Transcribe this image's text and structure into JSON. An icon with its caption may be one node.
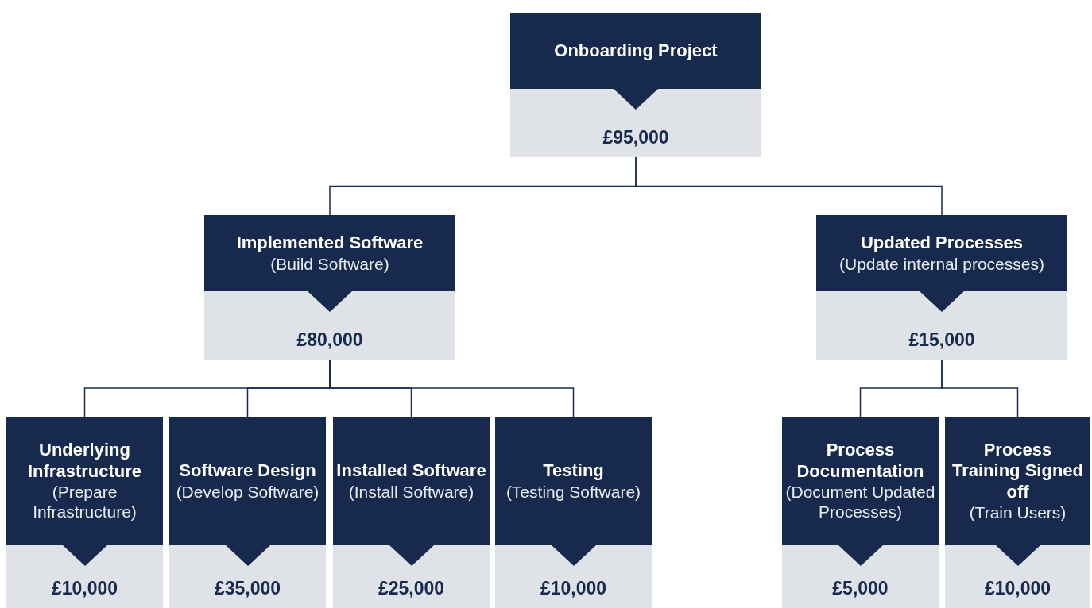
{
  "diagram": {
    "nodes": [
      {
        "text": [
          "Onboarding Project",
          "£95,000"
        ]
      },
      {
        "text": [
          "Implemented Software",
          "(Build Software)",
          "£80,000"
        ]
      },
      {
        "text": [
          "Updated Processes",
          "(Update internal processes)",
          "£15,000"
        ]
      },
      {
        "text": [
          "Underlying Infrastructure",
          "(Prepare Infrastructure)",
          "£10,000"
        ]
      },
      {
        "text": [
          "Software Design",
          "(Develop Software)",
          "£35,000"
        ]
      },
      {
        "text": [
          "Installed Software",
          "(Install Software)",
          "£25,000"
        ]
      },
      {
        "text": [
          "Testing",
          "(Testing Software)",
          "£10,000"
        ]
      },
      {
        "text": [
          "Process Documentation",
          "(Document Updated Processes)",
          "£5,000"
        ]
      },
      {
        "text": [
          "Process Training Signed off",
          "(Train Users)",
          "£10,000"
        ]
      }
    ],
    "edges": [
      {
        "from": 0,
        "to": 1,
        "arrow": "none"
      },
      {
        "from": 0,
        "to": 2,
        "arrow": "none"
      },
      {
        "from": 1,
        "to": 3,
        "arrow": "none"
      },
      {
        "from": 1,
        "to": 4,
        "arrow": "none"
      },
      {
        "from": 1,
        "to": 5,
        "arrow": "none"
      },
      {
        "from": 1,
        "to": 6,
        "arrow": "none"
      },
      {
        "from": 2,
        "to": 7,
        "arrow": "none"
      },
      {
        "from": 2,
        "to": 8,
        "arrow": "none"
      }
    ]
  }
}
